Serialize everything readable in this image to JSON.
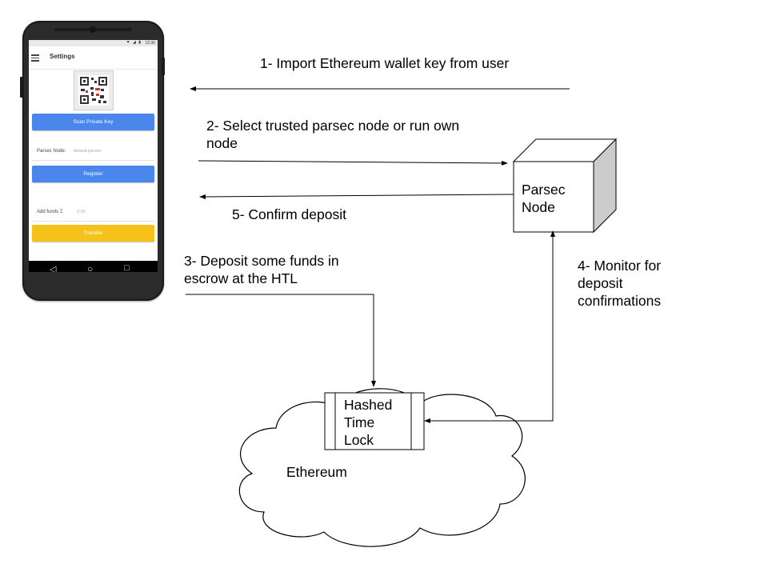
{
  "phone": {
    "status_time": "12:30",
    "status_icons": "▼ ◢ ▮",
    "app_title": "Settings",
    "scan_button": "Scan Private Key",
    "parsec_node_label": "Parsec Node:",
    "parsec_node_placeholder": "default.parsec",
    "register_button": "Register",
    "add_funds_label": "Add funds Ξ",
    "add_funds_placeholder": "0.00",
    "transfer_button": "Transfer",
    "nav_back": "◁",
    "nav_home": "○",
    "nav_recent": "□"
  },
  "steps": {
    "step1": "1- Import Ethereum wallet key from user",
    "step2_line1": "2- Select trusted parsec node or run own",
    "step2_line2": "node",
    "step3_line1": "3- Deposit some funds in",
    "step3_line2": "escrow at the HTL",
    "step4_line1": "4- Monitor for",
    "step4_line2": "deposit",
    "step4_line3": "confirmations",
    "step5": "5- Confirm deposit"
  },
  "nodes": {
    "parsec_line1": "Parsec",
    "parsec_line2": "Node",
    "htl_line1": "Hashed",
    "htl_line2": "Time",
    "htl_line3": "Lock",
    "ethereum": "Ethereum"
  },
  "colors": {
    "button_blue": "#4a86ec",
    "button_yellow": "#f6c21a",
    "cube_side": "#cccccc",
    "phone_body": "#2b2b2b"
  }
}
